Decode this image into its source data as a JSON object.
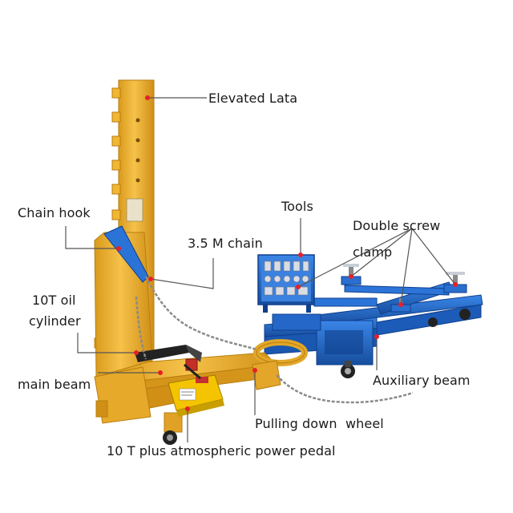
{
  "colors": {
    "frame_yellow": "#F2B632",
    "frame_yellow_dark": "#C98A12",
    "beam_blue": "#1E63C4",
    "beam_blue_dark": "#0F3F8C",
    "cylinder_blue": "#2B73D6",
    "pump_yellow": "#F5C400",
    "chain_gray": "#8A8A8A",
    "leader_line": "#555555",
    "marker_red": "#E5202A"
  },
  "labels": {
    "elevated_lata": "Elevated Lata",
    "chain_hook": "Chain hook",
    "chain_35m": "3.5 M chain",
    "tools": "Tools",
    "double_screw_l1": "Double screw",
    "double_screw_l2": "clamp",
    "oil_cyl_l1": "10T oil",
    "oil_cyl_l2": "cylinder",
    "main_beam": "main beam",
    "auxiliary_beam": "Auxiliary beam",
    "pulling_down_wheel": "Pulling down  wheel",
    "power_pedal": "10 T plus atmospheric power pedal"
  },
  "icons": {
    "machine": "car-frame-straightener-illustration",
    "marker": "red-dot-marker"
  }
}
